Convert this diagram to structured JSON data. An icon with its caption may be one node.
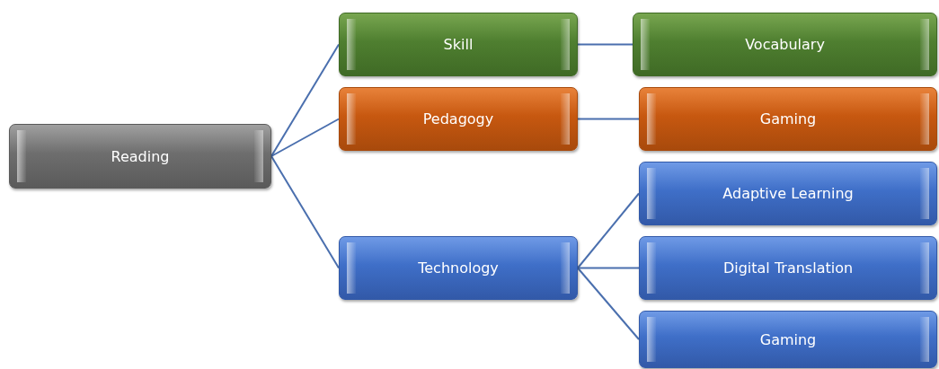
{
  "diagram": {
    "nodes": [
      {
        "text": [
          "Reading"
        ]
      },
      {
        "text": [
          "Skill"
        ]
      },
      {
        "text": [
          "Pedagogy"
        ]
      },
      {
        "text": [
          "Technology"
        ]
      },
      {
        "text": [
          "Vocabulary"
        ]
      },
      {
        "text": [
          "Gaming"
        ]
      },
      {
        "text": [
          "Adaptive Learning"
        ]
      },
      {
        "text": [
          "Digital Translation"
        ]
      },
      {
        "text": [
          "Gaming"
        ]
      }
    ],
    "edges": [
      {
        "from": 0,
        "to": 1,
        "arrow": "none"
      },
      {
        "from": 0,
        "to": 2,
        "arrow": "none"
      },
      {
        "from": 0,
        "to": 3,
        "arrow": "none"
      },
      {
        "from": 1,
        "to": 4,
        "arrow": "none"
      },
      {
        "from": 2,
        "to": 5,
        "arrow": "none"
      },
      {
        "from": 3,
        "to": 6,
        "arrow": "none"
      },
      {
        "from": 3,
        "to": 7,
        "arrow": "none"
      },
      {
        "from": 3,
        "to": 8,
        "arrow": "none"
      }
    ]
  }
}
